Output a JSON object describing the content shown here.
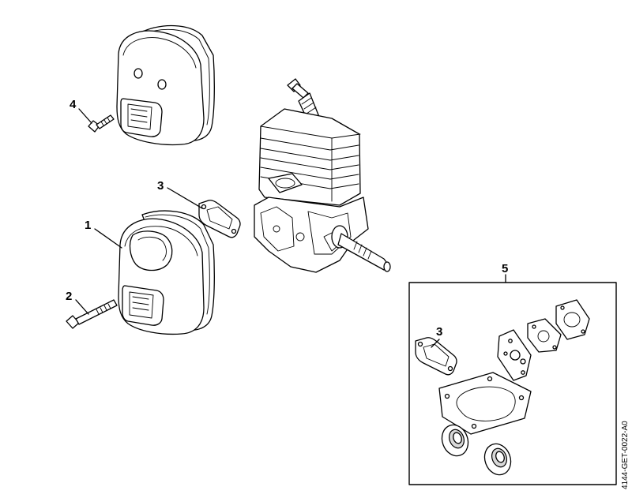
{
  "callouts": [
    {
      "id": "1",
      "label": "1"
    },
    {
      "id": "2",
      "label": "2"
    },
    {
      "id": "3",
      "label": "3"
    },
    {
      "id": "4",
      "label": "4"
    },
    {
      "id": "5",
      "label": "5"
    },
    {
      "id": "3-kit",
      "label": "3"
    }
  ],
  "document_id": "4144-GET-0022-A0"
}
